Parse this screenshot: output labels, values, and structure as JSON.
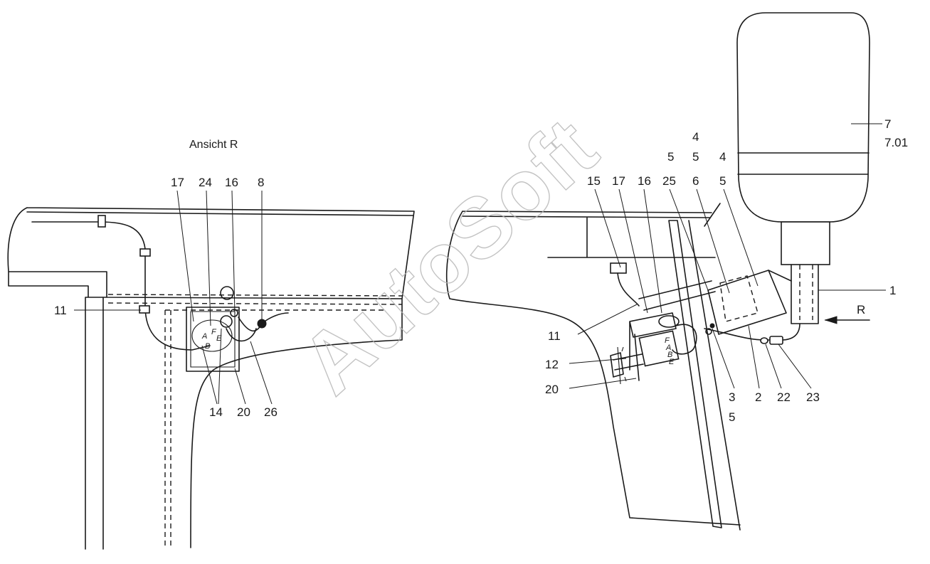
{
  "view_caption": "Ansicht R",
  "watermark": "AutoSoft",
  "left_labels": {
    "l17": "17",
    "l24": "24",
    "l16": "16",
    "l8": "8",
    "l11": "11",
    "l14": "14",
    "l20": "20",
    "l26": "26"
  },
  "left_marks": {
    "a": "A",
    "f": "F",
    "e": "E",
    "b": "B"
  },
  "right_labels": {
    "r15": "15",
    "r17": "17",
    "r16": "16",
    "r25": "25",
    "r6": "6",
    "r4a": "4",
    "r5a": "5",
    "r5b": "5",
    "r4b": "4",
    "r5c": "5",
    "r7": "7",
    "r701": "7.01",
    "r1": "1",
    "rR": "R",
    "r11": "11",
    "r12": "12",
    "r20": "20",
    "r3": "3",
    "r5d": "5",
    "r2": "2",
    "r22": "22",
    "r23": "23"
  },
  "right_marks": {
    "f": "F",
    "a": "A",
    "b": "B",
    "e": "E"
  }
}
